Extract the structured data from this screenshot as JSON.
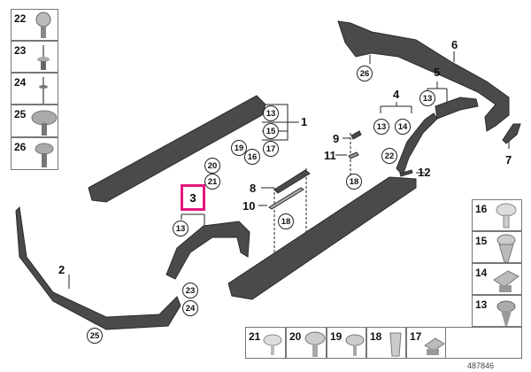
{
  "diagram": {
    "highlight_color": "#e5177e",
    "part_color": "#4a4a4a",
    "part_labels": {
      "p1": "1",
      "p2": "2",
      "p3": "3",
      "p4": "4",
      "p5": "5",
      "p6": "6",
      "p7": "7",
      "p8": "8",
      "p9": "9",
      "p10": "10",
      "p11": "11",
      "p12": "12"
    },
    "callouts": {
      "c13a": "13",
      "c15a": "15",
      "c17a": "17",
      "c19": "19",
      "c16": "16",
      "c20": "20",
      "c21": "21",
      "c13b": "13",
      "c23": "23",
      "c24": "24",
      "c25": "25",
      "c26": "26",
      "c13c": "13",
      "c13d": "13",
      "c14": "14",
      "c22": "22",
      "c18a": "18",
      "c18b": "18"
    },
    "left_legend": [
      "22",
      "23",
      "24",
      "25",
      "26"
    ],
    "right_legend": [
      "16",
      "15",
      "14",
      "13"
    ],
    "bottom_legend": [
      "21",
      "20",
      "19",
      "18",
      "17"
    ],
    "reference_number": "487846"
  }
}
